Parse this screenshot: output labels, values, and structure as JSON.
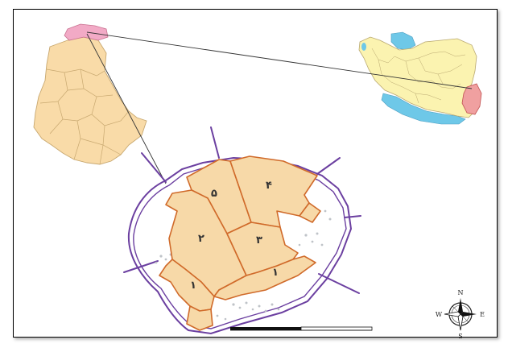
{
  "districts": [
    {
      "id": "d5",
      "label": "۵"
    },
    {
      "id": "d4",
      "label": "۴"
    },
    {
      "id": "d2",
      "label": "۲"
    },
    {
      "id": "d3",
      "label": "۳"
    },
    {
      "id": "d1a",
      "label": "۱"
    },
    {
      "id": "d1b",
      "label": "۱"
    }
  ],
  "compass": {
    "n": "N",
    "s": "S",
    "e": "E",
    "w": "W"
  },
  "colors": {
    "district_fill": "#f7d9a8",
    "district_border": "#d06a2a",
    "ring_road": "#6b3fa0",
    "province_fill": "#f9dba8",
    "highlight_pink": "#f2aac6",
    "iran_fill": "#fbf3b0",
    "water": "#6ec8e8",
    "subject_province": "#f0a0a0"
  }
}
